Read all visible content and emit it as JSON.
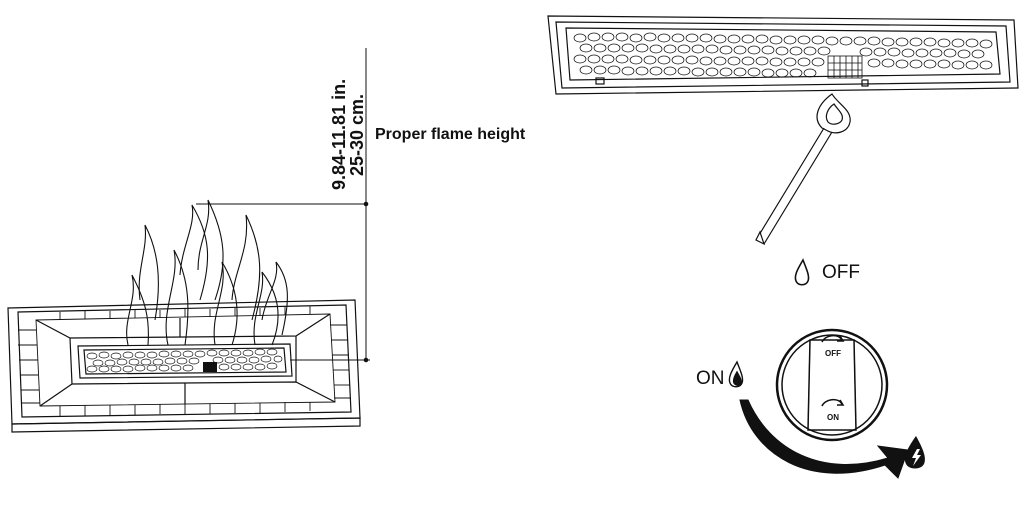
{
  "labels": {
    "flame_height_label": "Proper flame height",
    "dimension_inches": "9.84-11.81 in.",
    "dimension_cm": "25-30 cm.",
    "off_label": "OFF",
    "on_label": "ON",
    "knob_off_text": "OFF",
    "knob_on_text": "ON"
  },
  "icons": {
    "off_flame": "flame-outline-icon",
    "on_flame": "flame-half-icon",
    "ignite": "flame-spark-icon",
    "knob_off_arrow": "rotate-arrow-icon",
    "knob_on_arrow": "rotate-arrow-icon"
  },
  "colors": {
    "line": "#111111",
    "background": "#ffffff"
  }
}
